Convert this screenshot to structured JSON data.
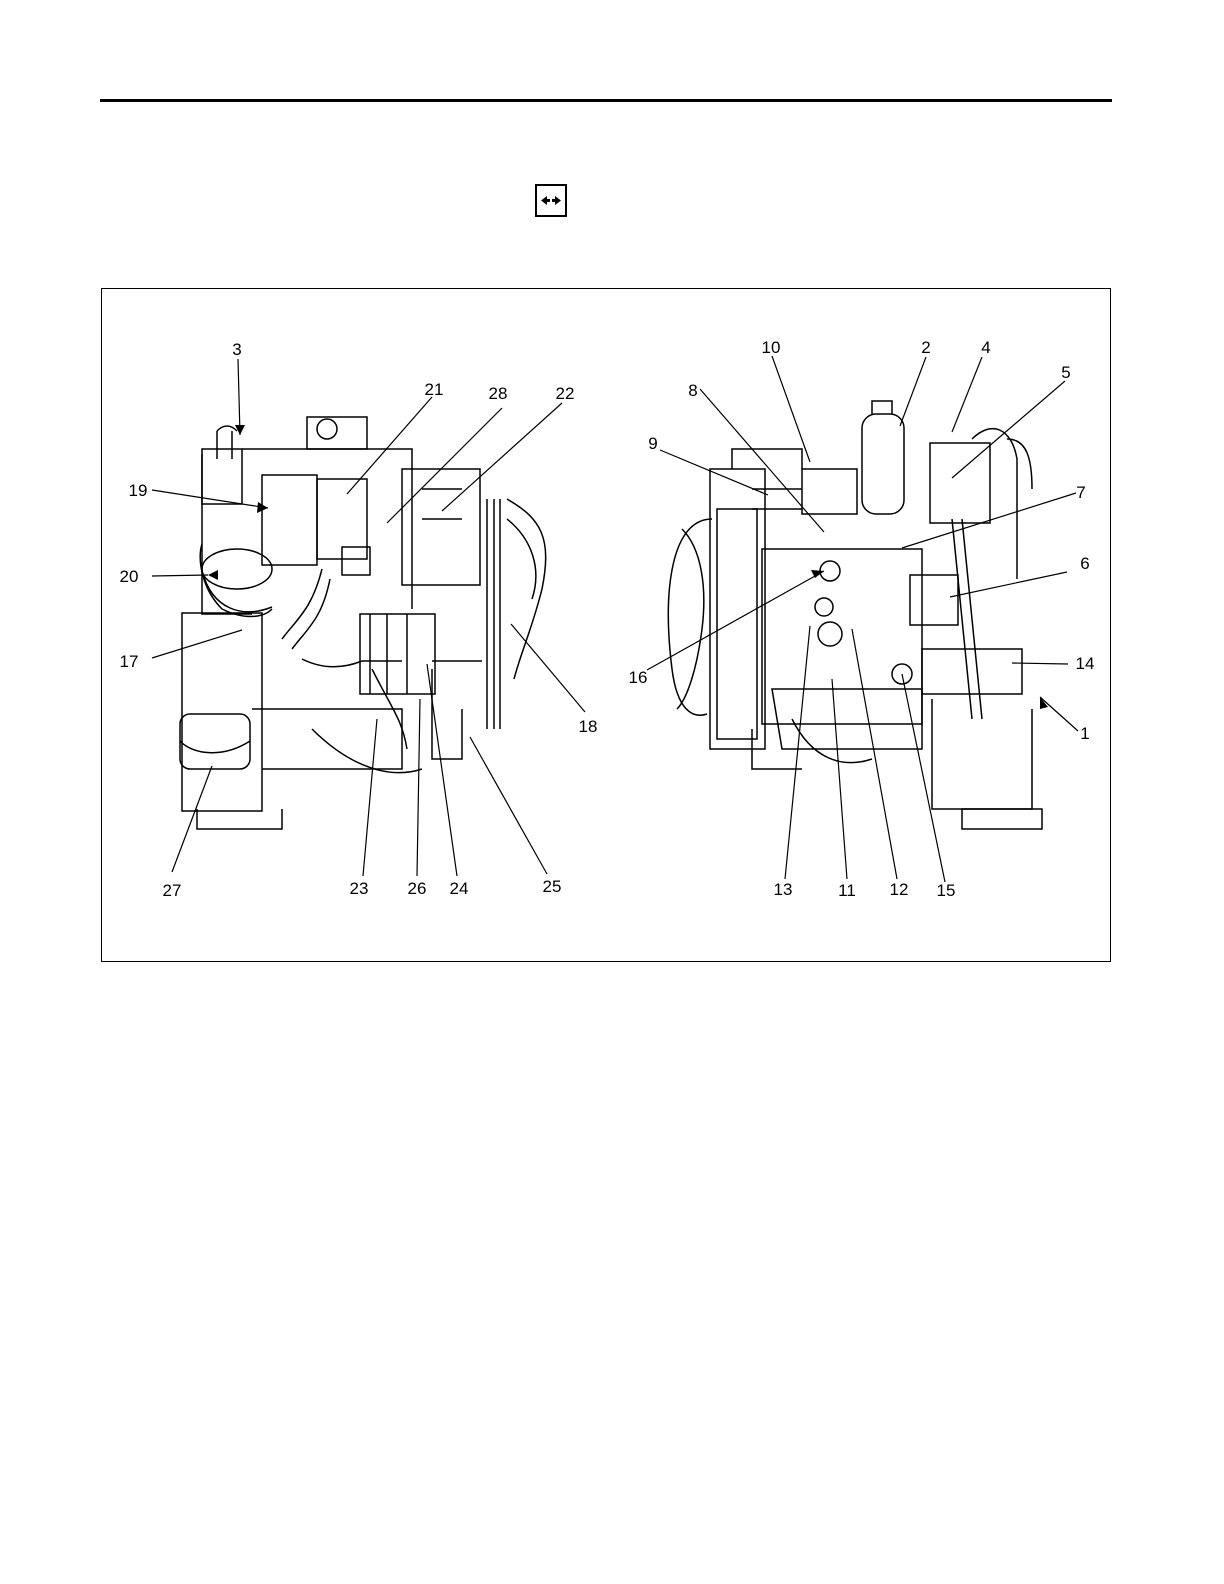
{
  "header": {
    "nav_icon": "double-arrow-icon"
  },
  "figure": {
    "callouts": {
      "c1": "1",
      "c2": "2",
      "c3": "3",
      "c4": "4",
      "c5": "5",
      "c6": "6",
      "c7": "7",
      "c8": "8",
      "c9": "9",
      "c10": "10",
      "c11": "11",
      "c12": "12",
      "c13": "13",
      "c14": "14",
      "c15": "15",
      "c16": "16",
      "c17": "17",
      "c18": "18",
      "c19": "19",
      "c20": "20",
      "c21": "21",
      "c22": "22",
      "c23": "23",
      "c24": "24",
      "c25": "25",
      "c26": "26",
      "c27": "27",
      "c28": "28"
    }
  }
}
